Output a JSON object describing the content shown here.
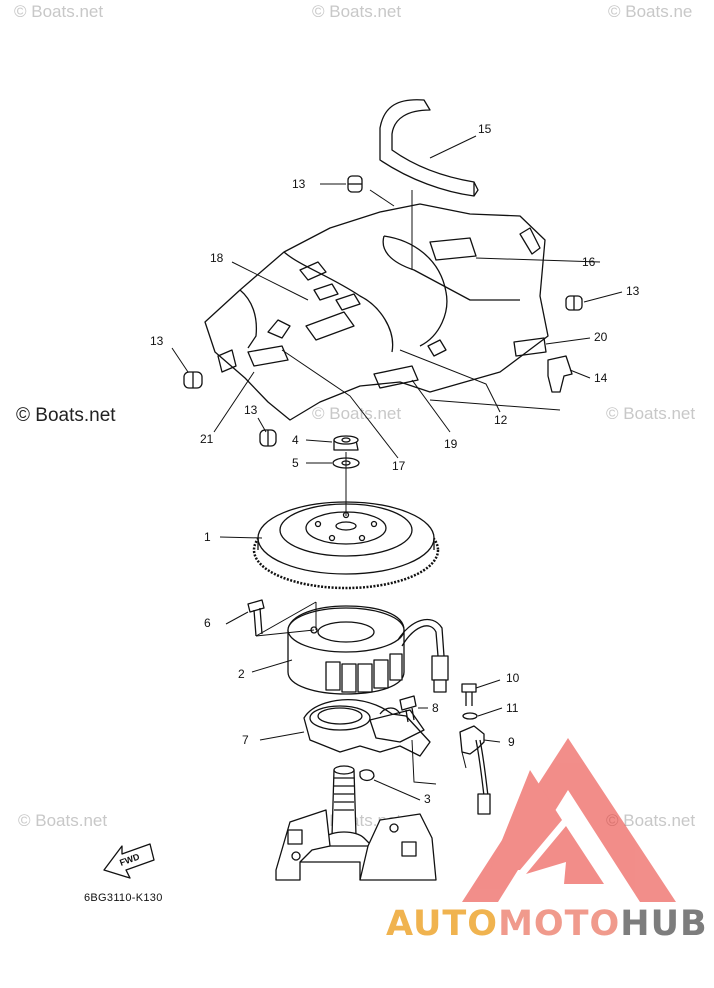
{
  "watermarks": {
    "top_left": "© Boats.net",
    "top_center": "© Boats.net",
    "top_right": "© Boats.ne",
    "mid_left": "© Boats.net",
    "mid_center": "© Boats.net",
    "mid_right": "© Boats.net",
    "bottom_left": "© Boats.net",
    "bottom_center": "© Boats.net",
    "bottom_right": "© Boats.net"
  },
  "diagram": {
    "part_code": "6BG3110-K130",
    "fwd_label": "FWD",
    "callouts": [
      "1",
      "2",
      "3",
      "4",
      "5",
      "6",
      "7",
      "8",
      "9",
      "10",
      "11",
      "12",
      "13",
      "13",
      "13",
      "13",
      "14",
      "15",
      "16",
      "17",
      "18",
      "19",
      "20",
      "21"
    ]
  },
  "logo": {
    "text_part1": "AUTO",
    "text_part2": "MOTO",
    "text_part3": "HUB",
    "accent_color": "#e8312a",
    "yellow_color": "#f0b34f",
    "gray_color": "#7d7d7d"
  }
}
